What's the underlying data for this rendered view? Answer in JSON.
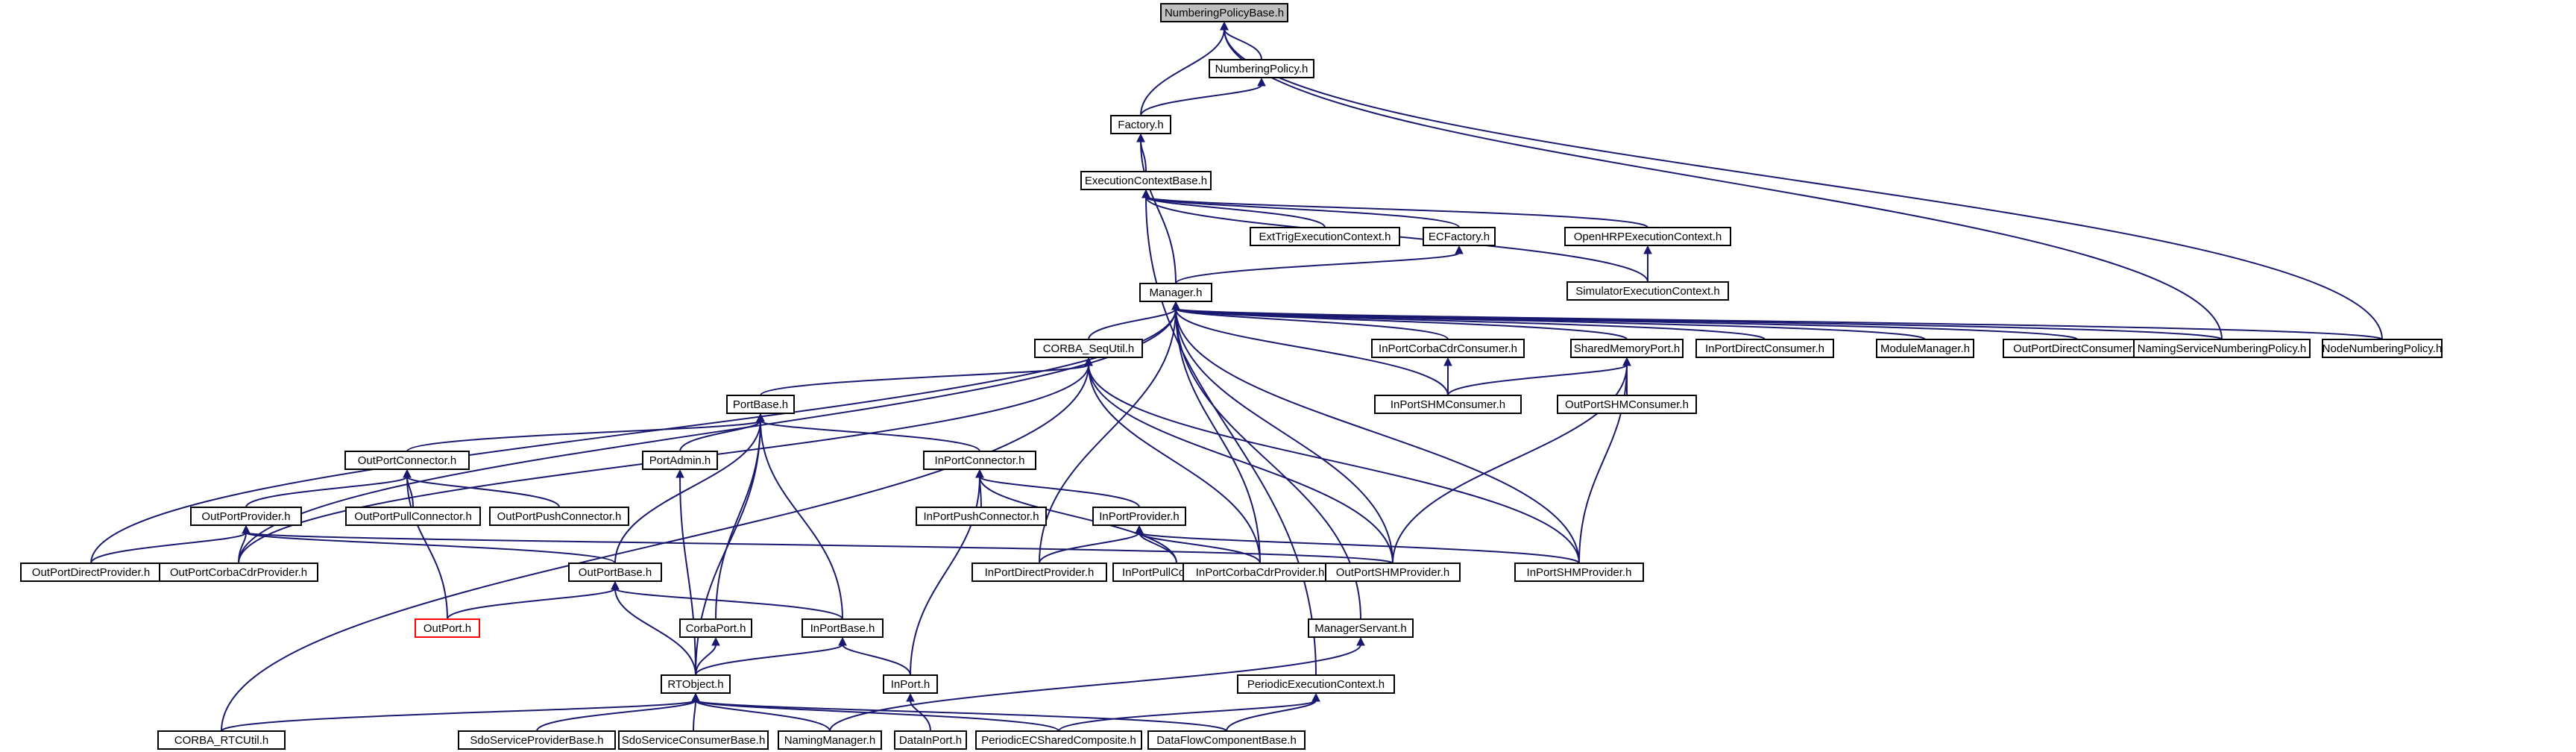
{
  "graph_title": "NumberingPolicyBase.h",
  "colors": {
    "edge": "#191970",
    "node_border": "#000000",
    "truncated_border": "#ff0000",
    "root_fill": "#bfbfbf",
    "node_fill": "#ffffff"
  },
  "nodes": {
    "numberingpolicybase": "NumberingPolicyBase.h",
    "numberingpolicy": "NumberingPolicy.h",
    "factory": "Factory.h",
    "executioncontextbase": "ExecutionContextBase.h",
    "exttrig": "ExtTrigExecutionContext.h",
    "ecfactory": "ECFactory.h",
    "openhrp": "OpenHRPExecutionContext.h",
    "simulator": "SimulatorExecutionContext.h",
    "manager": "Manager.h",
    "corba_sequtil": "CORBA_SeqUtil.h",
    "inportcorbacdrconsumer": "InPortCorbaCdrConsumer.h",
    "sharedmemoryport": "SharedMemoryPort.h",
    "inportdirectconsumer": "InPortDirectConsumer.h",
    "modulemanager": "ModuleManager.h",
    "outportdirectconsumer": "OutPortDirectConsumer.h",
    "namingservicenumbering": "NamingServiceNumberingPolicy.h",
    "nodenumbering": "NodeNumberingPolicy.h",
    "portbase": "PortBase.h",
    "inportshmconsumer": "InPortSHMConsumer.h",
    "outportshmconsumer": "OutPortSHMConsumer.h",
    "outportconnector": "OutPortConnector.h",
    "portadmin": "PortAdmin.h",
    "inportconnector": "InPortConnector.h",
    "outportprovider": "OutPortProvider.h",
    "outportpullconnector": "OutPortPullConnector.h",
    "outportpushconnector": "OutPortPushConnector.h",
    "inportpushconnector": "InPortPushConnector.h",
    "inportprovider": "InPortProvider.h",
    "outportdirectprovider": "OutPortDirectProvider.h",
    "outportcorbacdrprovider": "OutPortCorbaCdrProvider.h",
    "outportbase": "OutPortBase.h",
    "inportdirectprovider": "InPortDirectProvider.h",
    "inportpullconnector": "InPortPullConnector.h",
    "inportcorbacdrprovider": "InPortCorbaCdrProvider.h",
    "outportshmprovider": "OutPortSHMProvider.h",
    "inportshmprovider": "InPortSHMProvider.h",
    "outport": "OutPort.h",
    "corbaport": "CorbaPort.h",
    "inportbase": "InPortBase.h",
    "managerservant": "ManagerServant.h",
    "inport": "InPort.h",
    "periodicec": "PeriodicExecutionContext.h",
    "rtobject": "RTObject.h",
    "corba_rtcutil": "CORBA_RTCUtil.h",
    "sdoserviceproviderbase": "SdoServiceProviderBase.h",
    "sdoserviceconsumerbase": "SdoServiceConsumerBase.h",
    "namingmanager": "NamingManager.h",
    "datainport": "DataInPort.h",
    "periodicecshared": "PeriodicECSharedComposite.h",
    "dataflowcomponentbase": "DataFlowComponentBase.h"
  }
}
